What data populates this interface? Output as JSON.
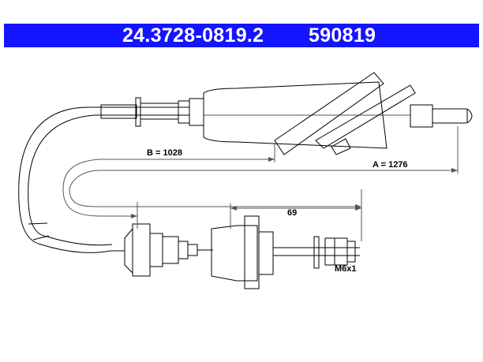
{
  "header": {
    "part_number": "24.3728-0819.2",
    "ref_number": "590819",
    "background": "#1414ff",
    "text_color": "#ffffff"
  },
  "dimensions": {
    "a_label": "A = 1276",
    "b_label": "B = 1028",
    "offset_label": "69",
    "thread_label": "M6x1"
  },
  "diagram": {
    "line_color": "#000000",
    "dim_line_color": "#555555"
  }
}
